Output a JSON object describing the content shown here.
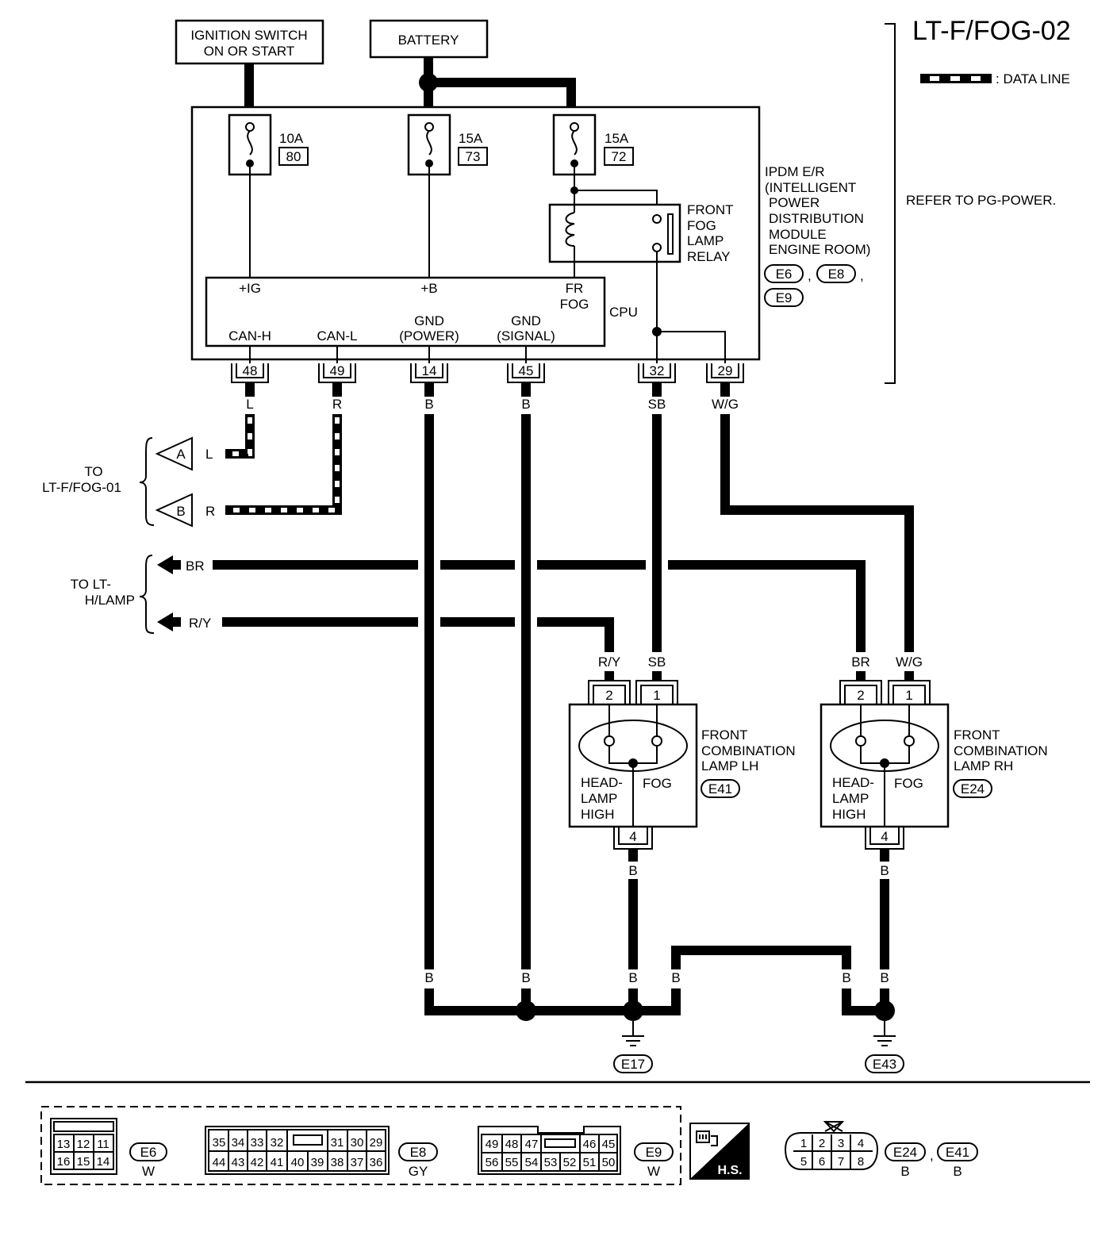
{
  "title": "LT-F/FOG-02",
  "legend": {
    "data_line": ": DATA LINE"
  },
  "sources": {
    "ignition": [
      "IGNITION SWITCH",
      "ON OR START"
    ],
    "battery": "BATTERY"
  },
  "fuses": [
    {
      "amp": "10A",
      "num": "80"
    },
    {
      "amp": "15A",
      "num": "73"
    },
    {
      "amp": "15A",
      "num": "72"
    }
  ],
  "relay": [
    "FRONT",
    "FOG",
    "LAMP",
    "RELAY"
  ],
  "ipdm": {
    "lines": [
      "IPDM E/R",
      "(INTELLIGENT",
      "POWER",
      "DISTRIBUTION",
      "MODULE",
      "ENGINE ROOM)"
    ],
    "connectors": [
      "E6",
      "E8",
      "E9"
    ],
    "refer": "REFER TO PG-POWER."
  },
  "cpu": {
    "label": "CPU",
    "ig": "+IG",
    "b": "+B",
    "frfog": [
      "FR",
      "FOG"
    ],
    "canh": "CAN-H",
    "canl": "CAN-L",
    "gnd_power": [
      "GND",
      "(POWER)"
    ],
    "gnd_signal": [
      "GND",
      "(SIGNAL)"
    ]
  },
  "ipdm_terminals": [
    "48",
    "49",
    "14",
    "45",
    "32",
    "29"
  ],
  "wire_colors": {
    "l": "L",
    "r": "R",
    "b": "B",
    "sb": "SB",
    "wg": "W/G",
    "br": "BR",
    "ry": "R/Y"
  },
  "to_fog01": {
    "lines": [
      "TO",
      "LT-F/FOG-01"
    ],
    "a": "A",
    "b": "B"
  },
  "to_hlamp": {
    "lines": [
      "TO LT-",
      "H/LAMP"
    ]
  },
  "lamps": [
    {
      "name": [
        "FRONT",
        "COMBINATION",
        "LAMP LH"
      ],
      "conn": "E41",
      "pins": [
        "2",
        "1",
        "4"
      ],
      "head": [
        "HEAD-",
        "LAMP",
        "HIGH"
      ],
      "fog": "FOG"
    },
    {
      "name": [
        "FRONT",
        "COMBINATION",
        "LAMP RH"
      ],
      "conn": "E24",
      "pins": [
        "2",
        "1",
        "4"
      ],
      "head": [
        "HEAD-",
        "LAMP",
        "HIGH"
      ],
      "fog": "FOG"
    }
  ],
  "grounds": [
    "E17",
    "E43"
  ],
  "connector_views": {
    "e6": {
      "rows": [
        [
          "13",
          "12",
          "11"
        ],
        [
          "16",
          "15",
          "14"
        ]
      ],
      "id": "E6",
      "color": "W"
    },
    "e8": {
      "rows": [
        [
          "35",
          "34",
          "33",
          "32",
          "",
          "31",
          "30",
          "29"
        ],
        [
          "44",
          "43",
          "42",
          "41",
          "40",
          "39",
          "38",
          "37",
          "36"
        ]
      ],
      "id": "E8",
      "color": "GY"
    },
    "e9": {
      "rows": [
        [
          "49",
          "48",
          "47",
          "",
          "46",
          "45"
        ],
        [
          "56",
          "55",
          "54",
          "53",
          "52",
          "51",
          "50"
        ]
      ],
      "id": "E9",
      "color": "W"
    },
    "hs": "H.S.",
    "lamp_conn": {
      "rows": [
        [
          "1",
          "2",
          "3",
          "4"
        ],
        [
          "5",
          "6",
          "7",
          "8"
        ]
      ],
      "ids": [
        "E24",
        "E41"
      ],
      "colors": [
        "B",
        "B"
      ]
    }
  }
}
